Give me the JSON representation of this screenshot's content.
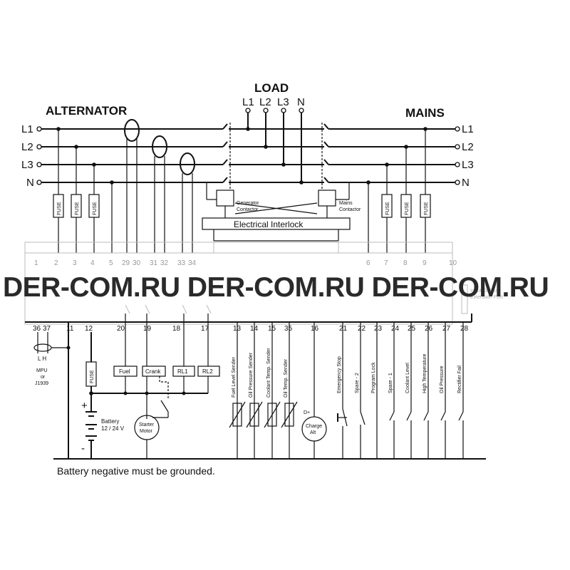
{
  "labels": {
    "alternator": "ALTERNATOR",
    "load": "LOAD",
    "mains": "MAINS",
    "electrical_interlock": "Electrical Interlock",
    "generator_contactor": [
      "Generator",
      "Contactor"
    ],
    "mains_contactor": [
      "Mains",
      "Contactor"
    ],
    "fuse": "FUSE",
    "battery": "Battery",
    "battery_voltage": "12 / 24 V",
    "battery_plus": "+",
    "battery_minus": "-",
    "starter_motor": [
      "Starter",
      "Motor"
    ],
    "charge_alt": [
      "Charge",
      "Alt"
    ],
    "d_plus": "D+",
    "mpu_lh": "L  H",
    "mpu": [
      "MPU",
      "or",
      "J1939"
    ],
    "note": "Battery negative must be grounded.",
    "ghost_right": [
      "Input-Output",
      "Extension Port"
    ],
    "watermark": "DER-COM.RU DER-COM.RU DER-COM.RU"
  },
  "phases_left": [
    "L1",
    "L2",
    "L3",
    "N"
  ],
  "phases_right": [
    "L1",
    "L2",
    "L3",
    "N"
  ],
  "load_terminals": [
    "L1",
    "L2",
    "L3",
    "N"
  ],
  "upper_terminals_left": [
    "1",
    "2",
    "3",
    "4",
    "5",
    "29",
    "30",
    "31",
    "32",
    "33",
    "34"
  ],
  "upper_terminals_right": [
    "6",
    "7",
    "8",
    "9",
    "10"
  ],
  "lower_terminals": [
    "36",
    "37",
    "11",
    "12",
    "20",
    "19",
    "18",
    "17",
    "13",
    "14",
    "15",
    "35",
    "16",
    "21",
    "22",
    "23",
    "24",
    "25",
    "26",
    "27",
    "28"
  ],
  "outputs": [
    "Fuel",
    "Crank",
    "RL1",
    "RL2"
  ],
  "senders": [
    "Fuel Level Sender",
    "Oil Pressure Sender",
    "Coolant Temp. Sender",
    "Oil Temp. Sender"
  ],
  "inputs": [
    "Emergency Stop",
    "Spare - 2",
    "Program Lock",
    "Spare - 1",
    "Coolant Level",
    "High Temperature",
    "Oil Pressure",
    "Rectifier Fail"
  ]
}
